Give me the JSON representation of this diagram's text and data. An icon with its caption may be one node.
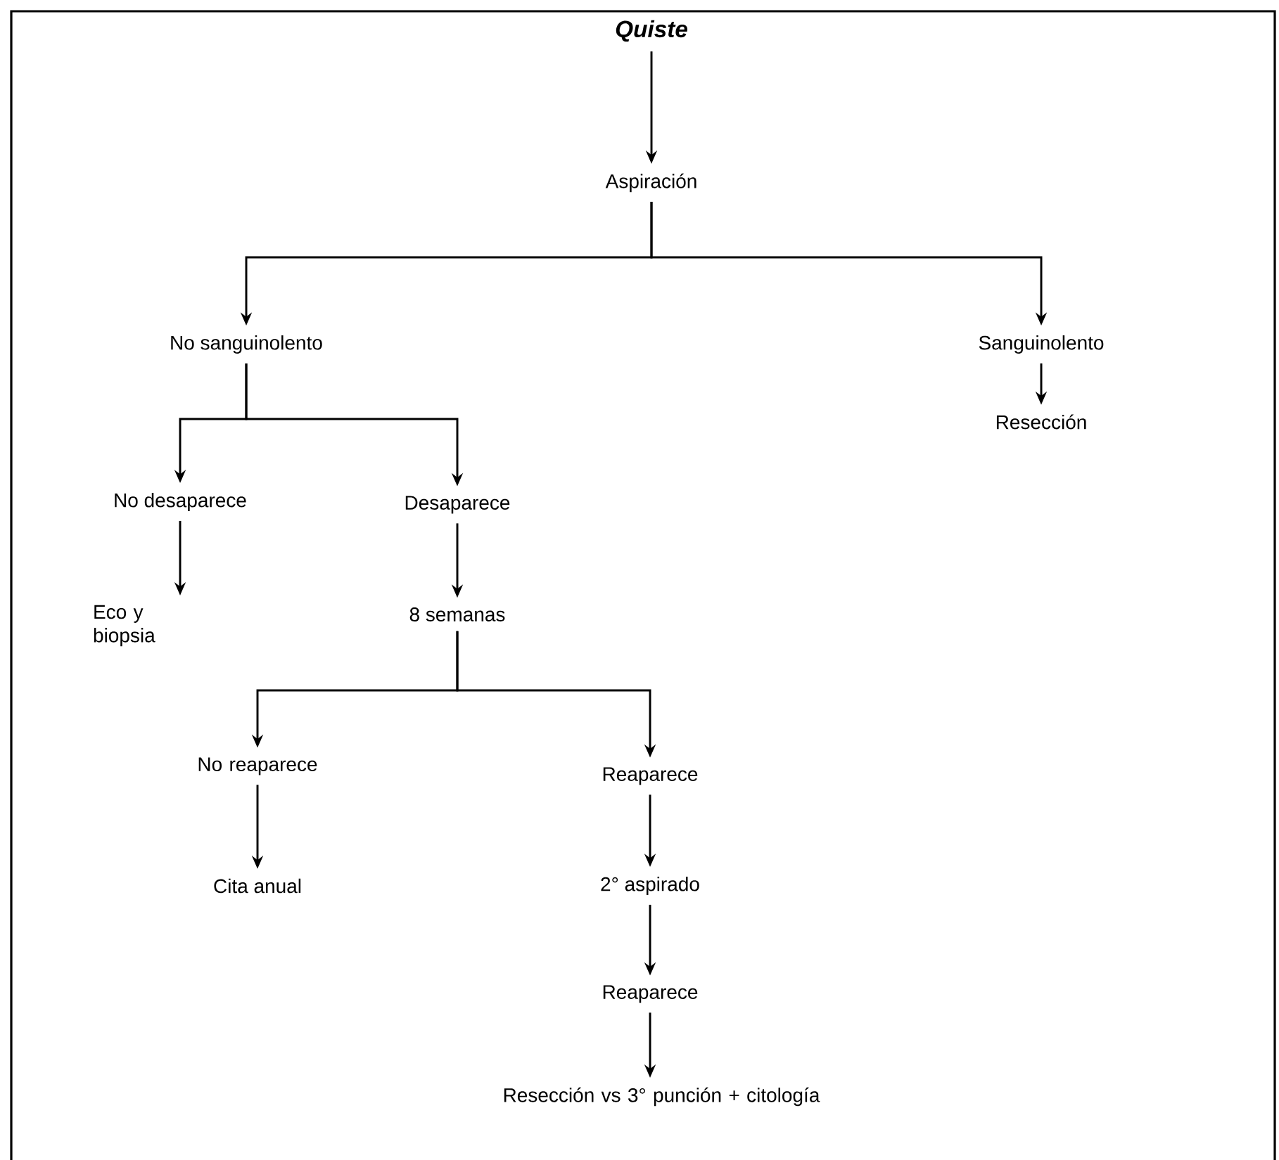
{
  "diagram": {
    "nodes": [
      {
        "text": [
          "Quiste"
        ]
      },
      {
        "text": [
          "Aspiración"
        ]
      },
      {
        "text": [
          "No sanguinolento"
        ]
      },
      {
        "text": [
          "Sanguinolento"
        ]
      },
      {
        "text": [
          "Resección"
        ]
      },
      {
        "text": [
          "No desaparece"
        ]
      },
      {
        "text": [
          "Desaparece"
        ]
      },
      {
        "text": [
          "Eco y biopsia"
        ]
      },
      {
        "text": [
          "8 semanas"
        ]
      },
      {
        "text": [
          "No reaparece"
        ]
      },
      {
        "text": [
          "Reaparece"
        ]
      },
      {
        "text": [
          "Cita anual"
        ]
      },
      {
        "text": [
          "2° aspirado"
        ]
      },
      {
        "text": [
          "Reaparece"
        ]
      },
      {
        "text": [
          "Resección vs 3° punción + citología"
        ]
      }
    ],
    "edges": [
      {
        "from": 0,
        "to": 1,
        "arrow": "to"
      },
      {
        "from": 1,
        "to": 2,
        "arrow": "to"
      },
      {
        "from": 1,
        "to": 3,
        "arrow": "to"
      },
      {
        "from": 3,
        "to": 4,
        "arrow": "to"
      },
      {
        "from": 2,
        "to": 5,
        "arrow": "to"
      },
      {
        "from": 2,
        "to": 6,
        "arrow": "to"
      },
      {
        "from": 5,
        "to": 7,
        "arrow": "to"
      },
      {
        "from": 6,
        "to": 8,
        "arrow": "to"
      },
      {
        "from": 8,
        "to": 9,
        "arrow": "to"
      },
      {
        "from": 8,
        "to": 10,
        "arrow": "to"
      },
      {
        "from": 9,
        "to": 11,
        "arrow": "to"
      },
      {
        "from": 10,
        "to": 12,
        "arrow": "to"
      },
      {
        "from": 12,
        "to": 13,
        "arrow": "to"
      },
      {
        "from": 13,
        "to": 14,
        "arrow": "to"
      }
    ]
  }
}
